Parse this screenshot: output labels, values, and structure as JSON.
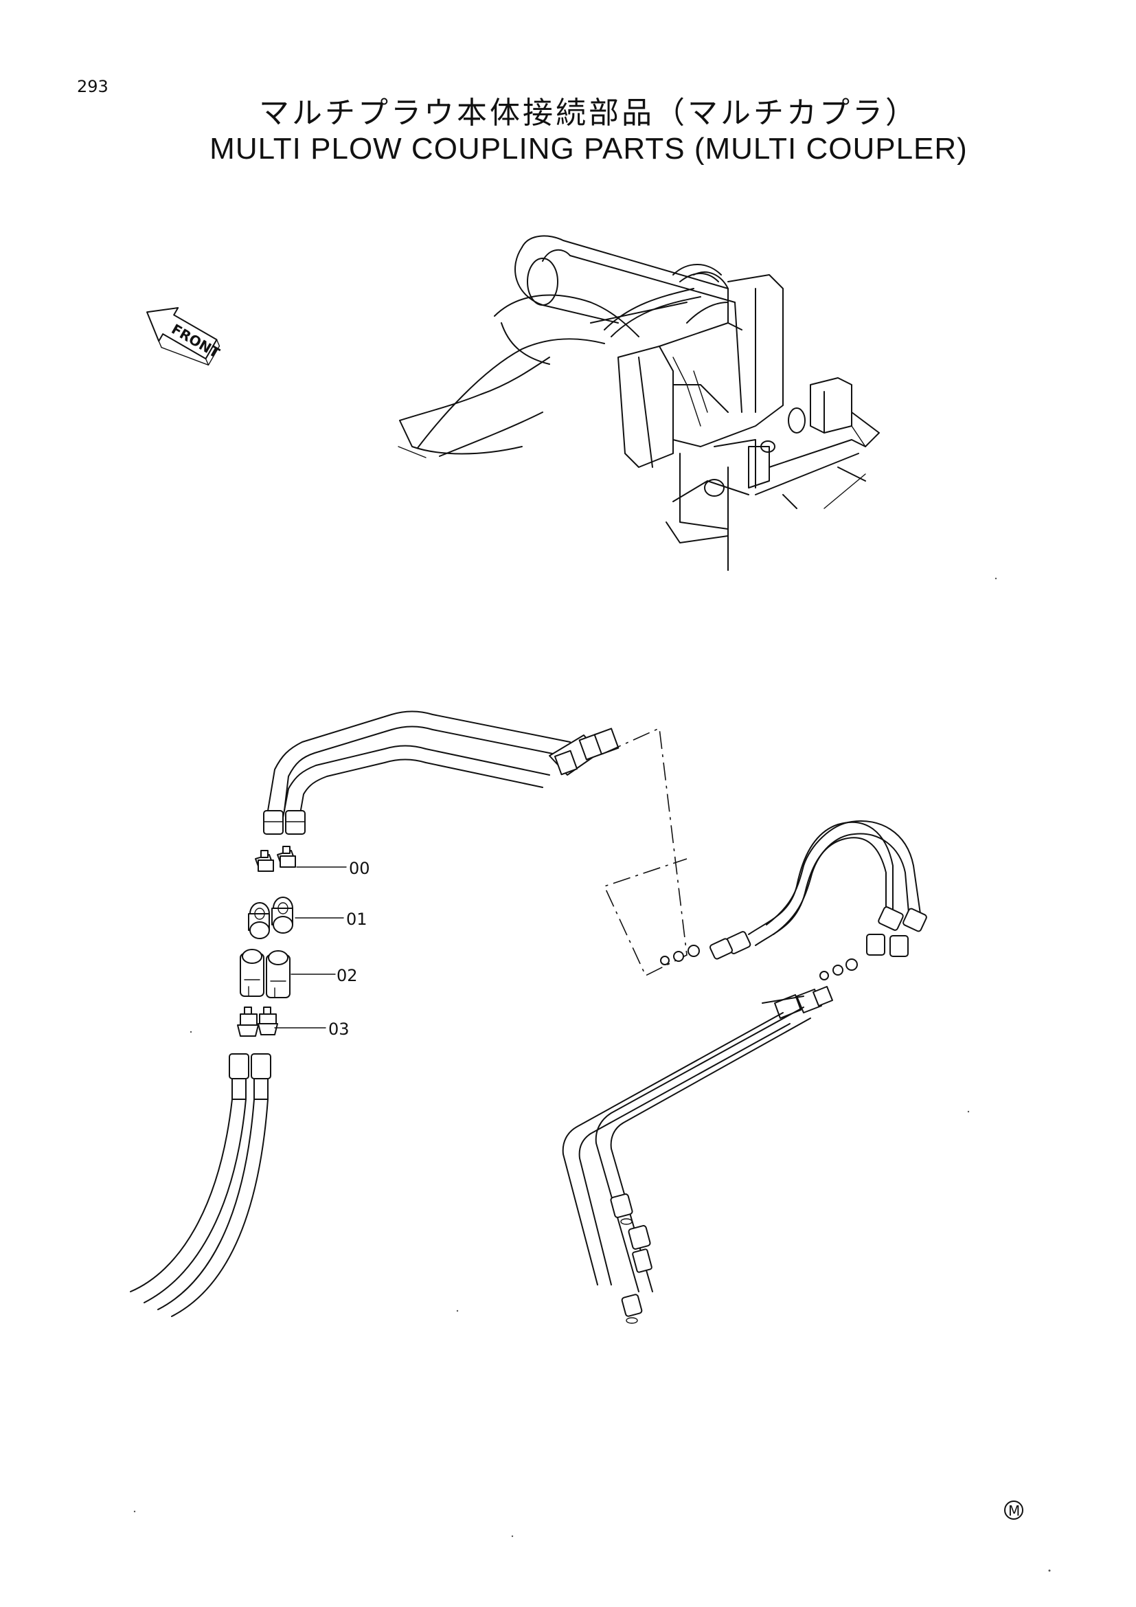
{
  "page": {
    "number": "293",
    "title_jp": "マルチプラウ本体接続部品（マルチカプラ）",
    "title_en": "MULTI PLOW COUPLING PARTS (MULTI COUPLER)"
  },
  "front_arrow": {
    "label": "FRONT"
  },
  "callouts": [
    {
      "label": "00"
    },
    {
      "label": "01"
    },
    {
      "label": "02"
    },
    {
      "label": "03"
    }
  ],
  "mark": {
    "symbol": "M"
  }
}
